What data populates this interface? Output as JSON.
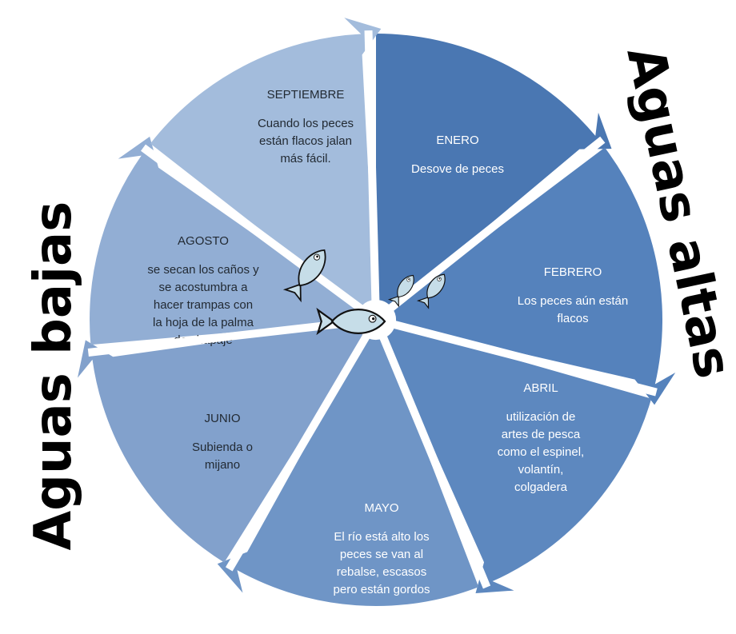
{
  "segments": [
    {
      "month": "ENERO",
      "lines": [
        "Desove de peces"
      ],
      "color": "#4a77b2",
      "text_color": "#ffffff"
    },
    {
      "month": "FEBRERO",
      "lines": [
        "Los peces aún están",
        "flacos"
      ],
      "color": "#5582bc",
      "text_color": "#ffffff"
    },
    {
      "month": "ABRIL",
      "lines": [
        "utilización de",
        "artes de pesca",
        "como el espinel,",
        "volantín,",
        "colgadera"
      ],
      "color": "#5d88bf",
      "text_color": "#ffffff"
    },
    {
      "month": "MAYO",
      "lines": [
        "El río está alto los",
        "peces se van al",
        "rebalse, escasos",
        "pero están gordos"
      ],
      "color": "#6f95c6",
      "text_color": "#ffffff"
    },
    {
      "month": "JUNIO",
      "lines": [
        "Subienda o",
        "mijano"
      ],
      "color": "#82a1cc",
      "text_color": "#222a33"
    },
    {
      "month": "AGOSTO",
      "lines": [
        "se secan los caños y",
        "se acostumbra a",
        "hacer trampas con",
        "la hoja de la palma",
        "de chapaje"
      ],
      "color": "#92aed4",
      "text_color": "#222a33"
    },
    {
      "month": "SEPTIEMBRE",
      "lines": [
        "Cuando los peces",
        "están flacos jalan",
        "más fácil."
      ],
      "color": "#a3bcdc",
      "text_color": "#222a33"
    }
  ],
  "side_labels": {
    "left": "Aguas bajas",
    "right": "Aguas altas"
  },
  "decor": {
    "fish_icon": "fish-icon",
    "fish_fill": "#c6dde8",
    "fish_stroke": "#111111"
  }
}
